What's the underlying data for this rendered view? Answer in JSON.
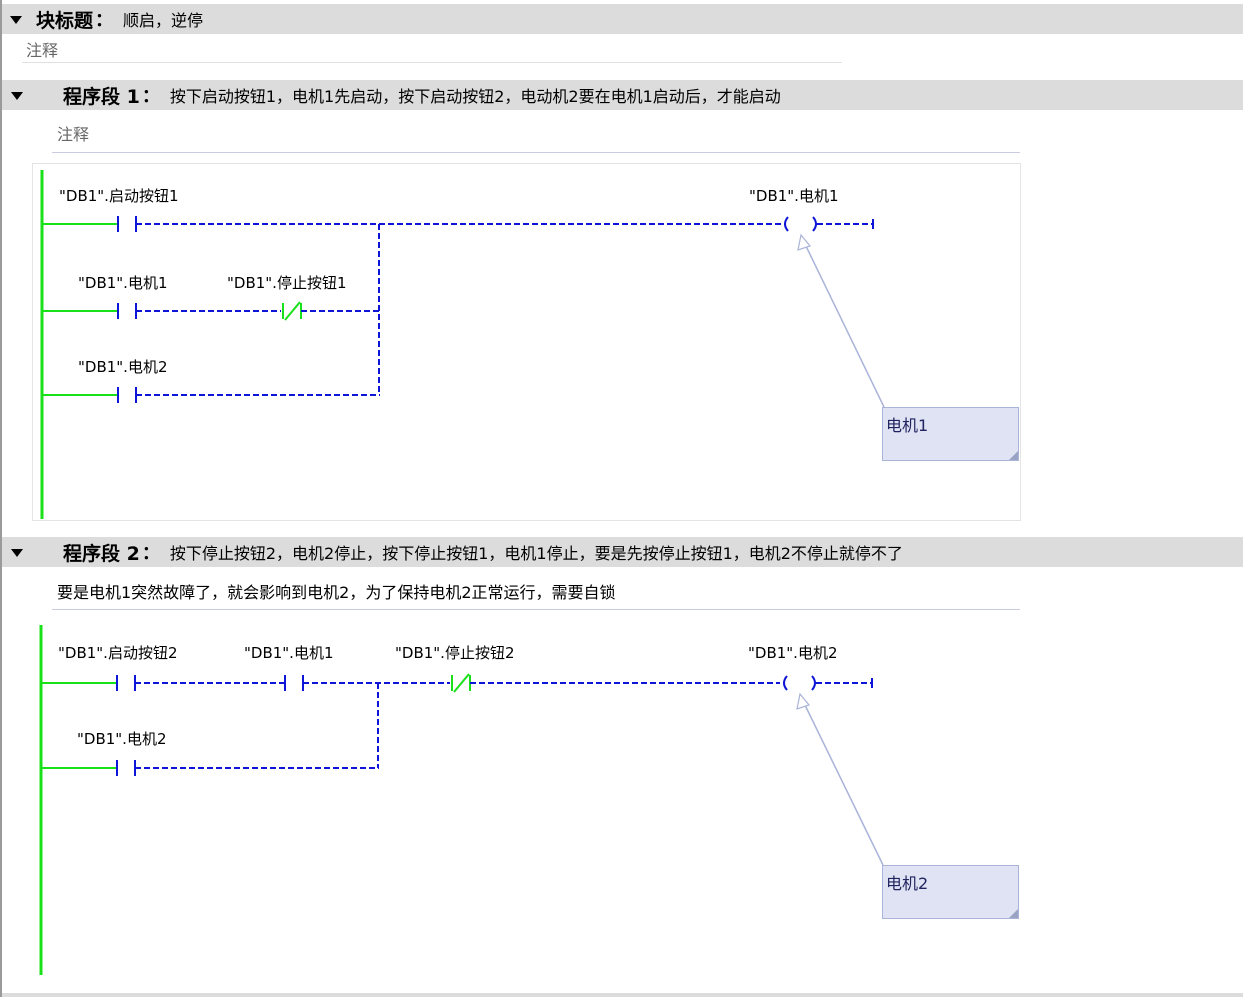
{
  "block": {
    "label": "块标题",
    "colon": "：",
    "title": "顺启，逆停",
    "comment": "注释"
  },
  "networks": [
    {
      "label": "程序段 1",
      "colon": "：",
      "title": "按下启动按钮1，电机1先启动，按下启动按钮2，电动机2要在电机1启动后，才能启动",
      "comment": "注释",
      "contacts": [
        {
          "tag": "\"DB1\".启动按钮1",
          "type": "NO"
        },
        {
          "tag": "\"DB1\".电机1",
          "type": "NO"
        },
        {
          "tag": "\"DB1\".停止按钮1",
          "type": "NC"
        },
        {
          "tag": "\"DB1\".电机2",
          "type": "NO"
        }
      ],
      "coil": {
        "tag": "\"DB1\".电机1"
      },
      "note": "电机1"
    },
    {
      "label": "程序段 2",
      "colon": "：",
      "title": "按下停止按钮2，电机2停止，按下停止按钮1，电机1停止，要是先按停止按钮1，电机2不停止就停不了",
      "comment": "要是电机1突然故障了，就会影响到电机2，为了保持电机2正常运行，需要自锁",
      "contacts": [
        {
          "tag": "\"DB1\".启动按钮2",
          "type": "NO"
        },
        {
          "tag": "\"DB1\".电机1",
          "type": "NO"
        },
        {
          "tag": "\"DB1\".停止按钮2",
          "type": "NC"
        },
        {
          "tag": "\"DB1\".电机2",
          "type": "NO"
        }
      ],
      "coil": {
        "tag": "\"DB1\".电机2"
      },
      "note": "电机2"
    }
  ],
  "colors": {
    "power_rail": "#19e119",
    "wire": "#0d15d6",
    "header_bg": "#dcdcdc",
    "note_bg": "#dfe3f4"
  }
}
